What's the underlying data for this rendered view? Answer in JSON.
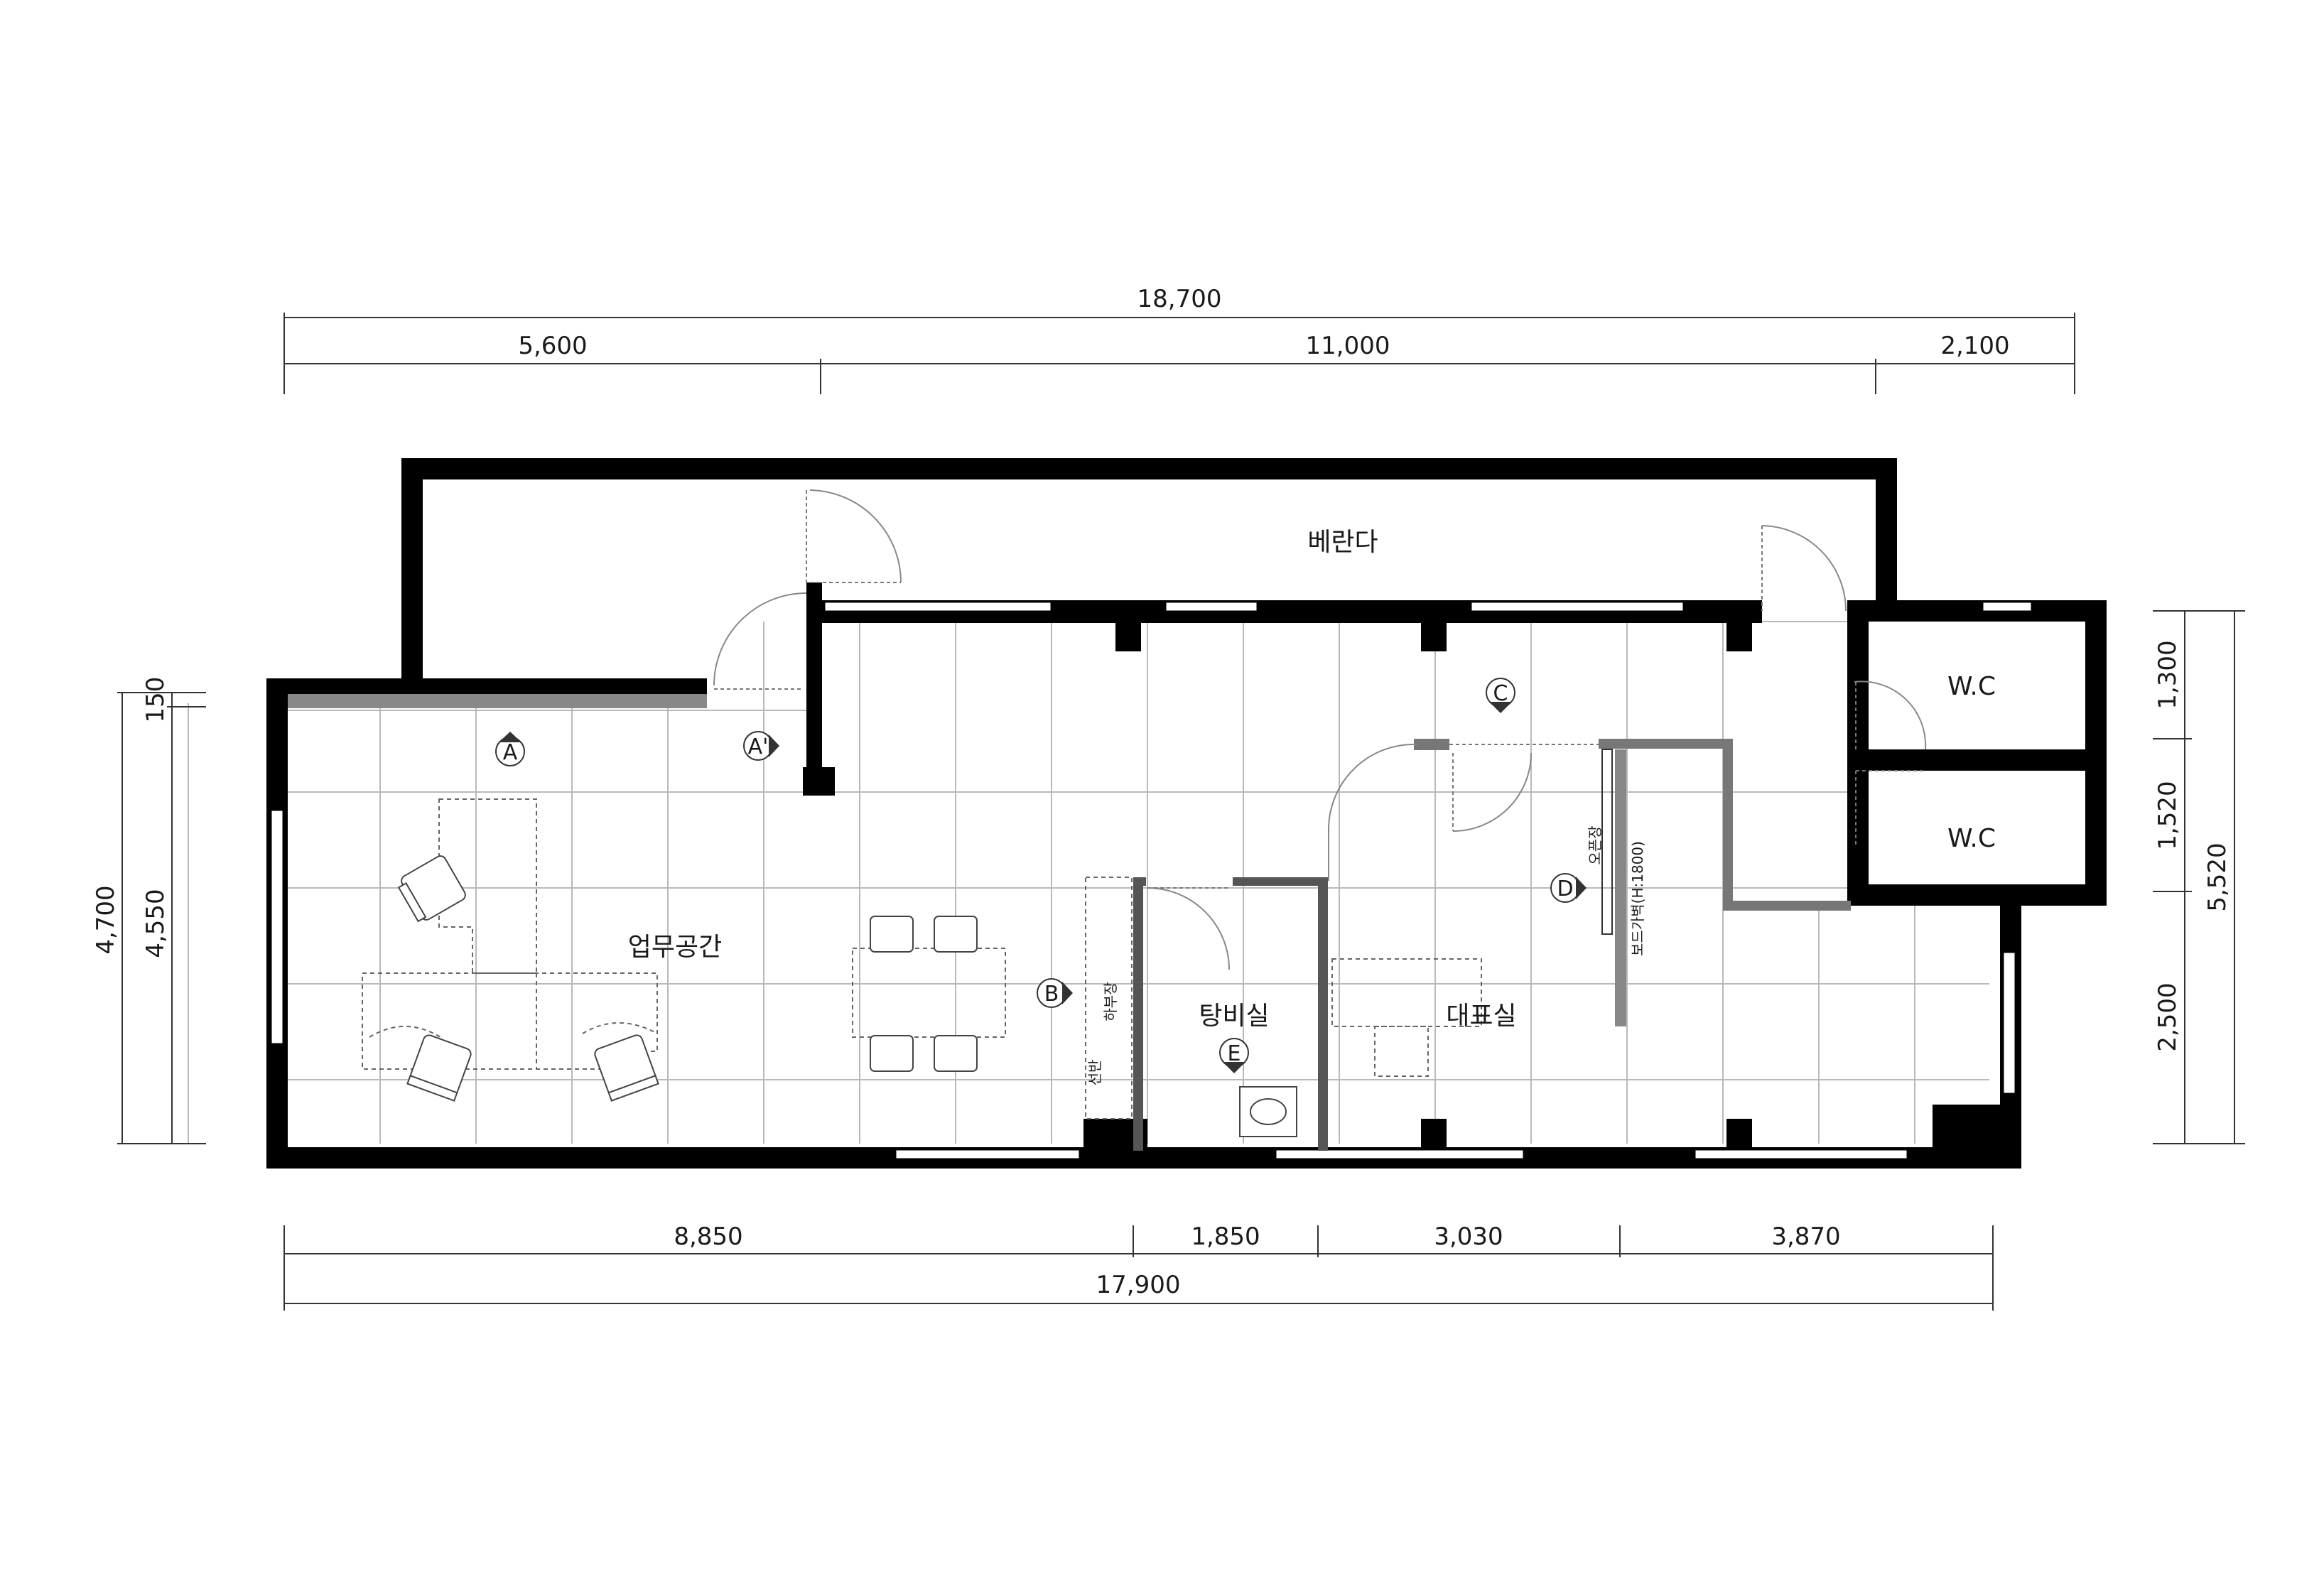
{
  "dimensions": {
    "top_total": "18,700",
    "top_left": "5,600",
    "top_mid": "11,000",
    "top_right": "2,100",
    "bottom_1": "8,850",
    "bottom_2": "1,850",
    "bottom_3": "3,030",
    "bottom_4": "3,870",
    "bottom_total": "17,900",
    "left_outer": "4,700",
    "left_top": "150",
    "left_inner": "4,550",
    "right_1": "1,300",
    "right_2": "1,520",
    "right_3": "2,500",
    "right_total": "5,520"
  },
  "rooms": {
    "veranda": "베란다",
    "workspace": "업무공간",
    "pantry": "탕비실",
    "ceo_office": "대표실",
    "wc_upper": "W.C",
    "wc_lower": "W.C"
  },
  "notes": {
    "shelf": "선반",
    "lower_cabinet": "하부장",
    "open_cabinet": "오픈장",
    "partition": "보드가벽(H:1800)"
  },
  "view_markers": {
    "a": "A",
    "a_prime": "A'",
    "b": "B",
    "c": "C",
    "d": "D",
    "e": "E"
  }
}
